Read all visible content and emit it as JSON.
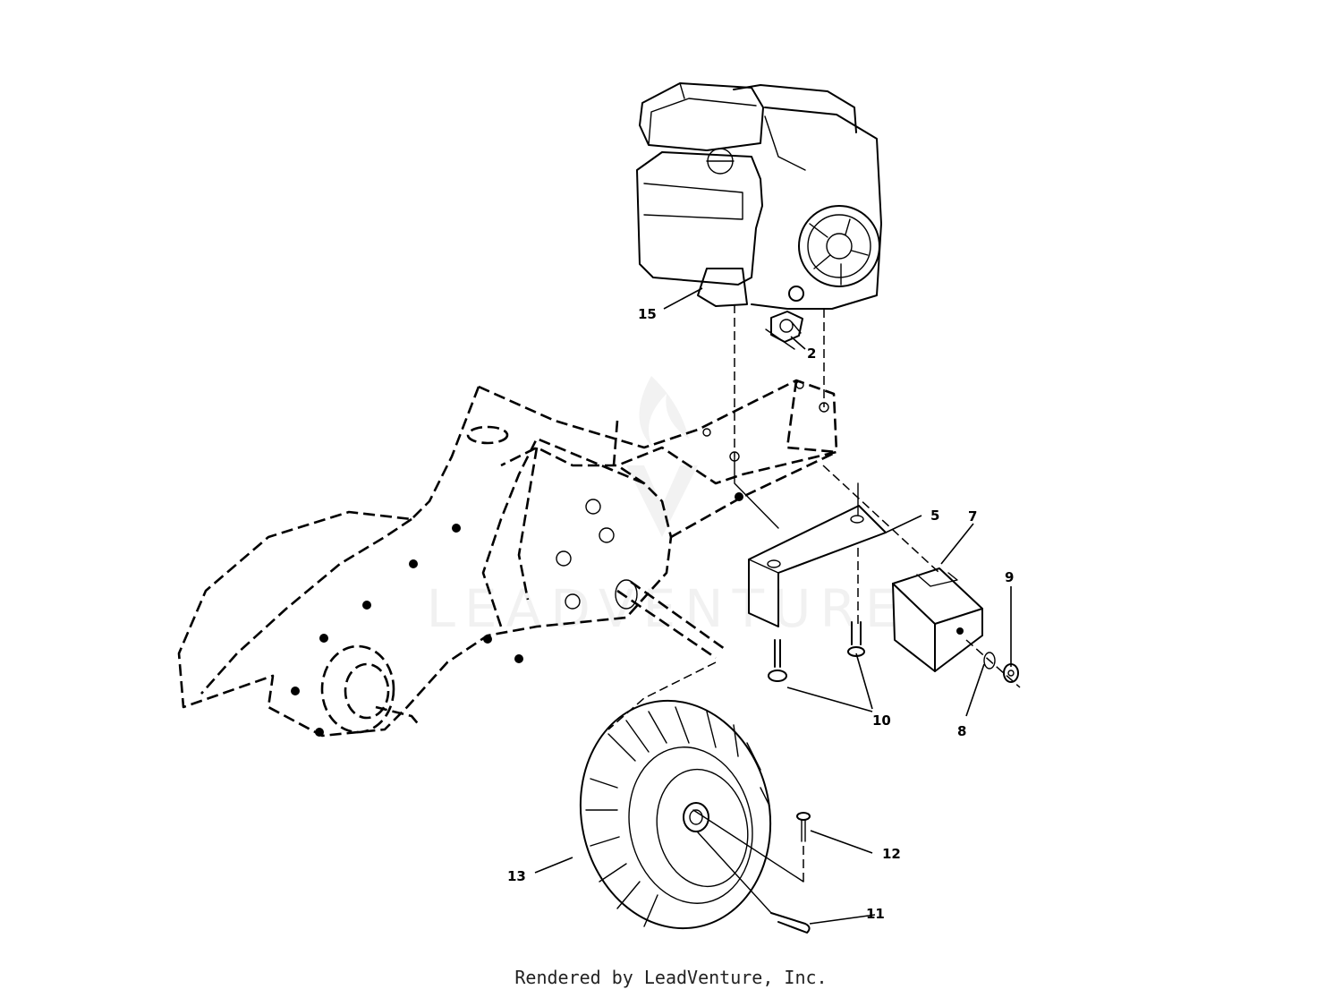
{
  "diagram": {
    "callouts": {
      "c2": "2",
      "c5": "5",
      "c7": "7",
      "c8": "8",
      "c9": "9",
      "c10": "10",
      "c11": "11",
      "c12": "12",
      "c13": "13",
      "c15": "15"
    },
    "watermark": "LEADVENTURE",
    "footer": "Rendered by LeadVenture, Inc."
  }
}
